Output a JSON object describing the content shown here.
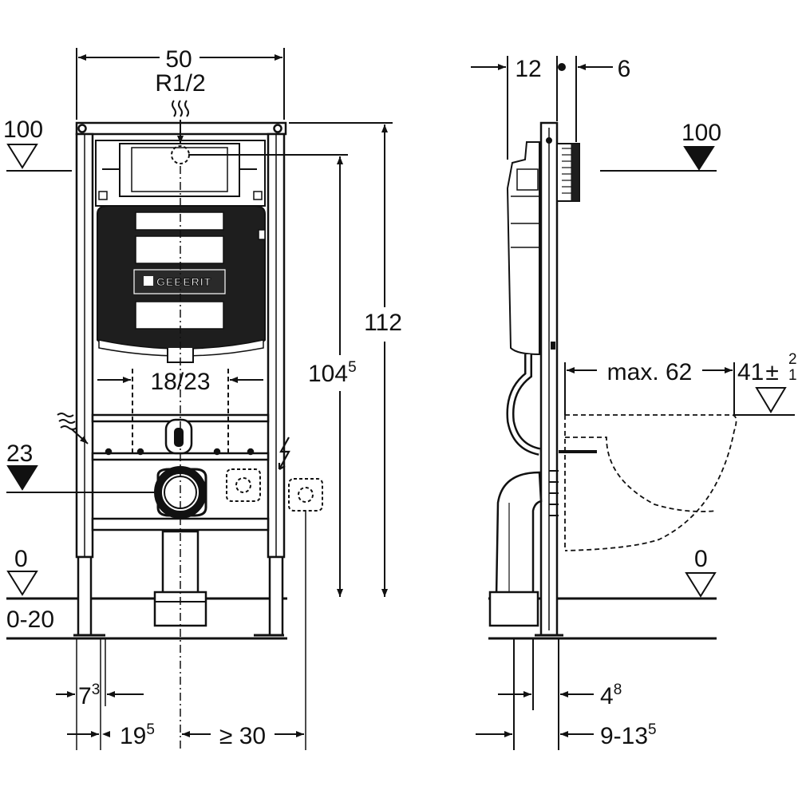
{
  "front_view": {
    "width_label": "50",
    "supply_label": "R1/2",
    "flush_button_label": "18/23",
    "height_total_label": "112",
    "height_inner_label": "104",
    "height_inner_sup": "5",
    "level_100_label": "100",
    "level_23_label": "23",
    "level_0_label": "0",
    "floor_range_label": "0-20",
    "foot_offset_label": "7",
    "foot_offset_sup": "3",
    "drain_offset_label": "19",
    "drain_offset_sup": "5",
    "side_clearance_label": "≥ 30",
    "logo_text": "GEBERIT"
  },
  "side_view": {
    "depth_front_label": "12",
    "depth_rear_label": "6",
    "level_100_label": "100",
    "bowl_projection_label": "max. 62",
    "bowl_height_label": "41",
    "bowl_height_tol_plus": "2",
    "bowl_height_tol_minus": "1",
    "level_0_label": "0",
    "frame_depth_label": "4",
    "frame_depth_sup": "8",
    "wall_depth_label": "9-13",
    "wall_depth_sup": "5"
  },
  "colors": {
    "line": "#111111",
    "tank_fill": "#1e1e1e",
    "background": "#ffffff"
  }
}
